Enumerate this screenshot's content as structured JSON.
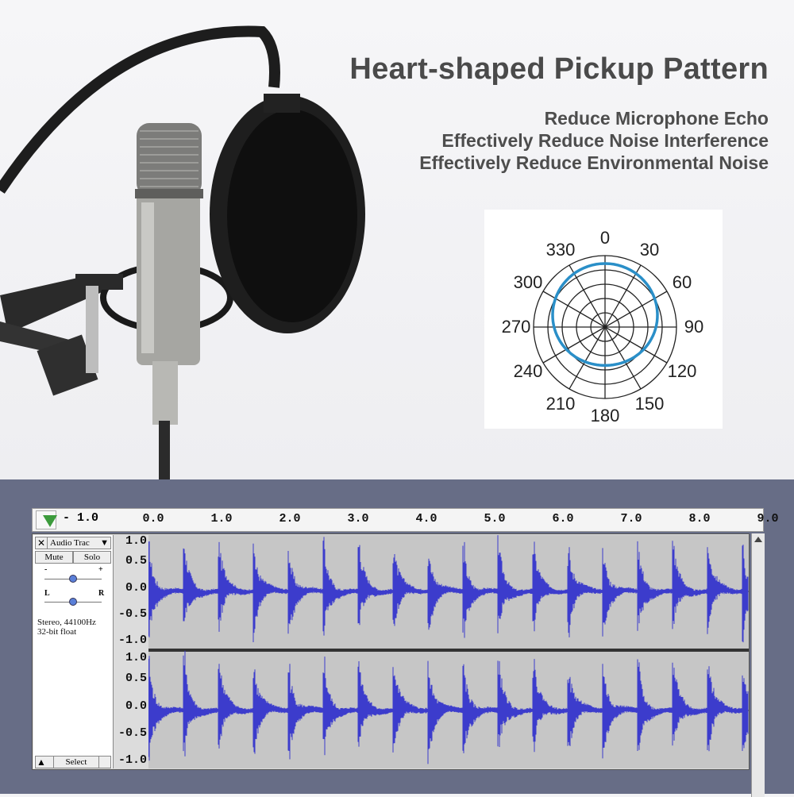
{
  "headline": "Heart-shaped Pickup Pattern",
  "features": [
    "Reduce Microphone Echo",
    "Effectively Reduce Noise Interference",
    "Effectively Reduce Environmental Noise"
  ],
  "polar": {
    "angles": [
      "0",
      "30",
      "60",
      "90",
      "120",
      "150",
      "180",
      "210",
      "240",
      "270",
      "300",
      "330"
    ],
    "pattern_color": "#2a8fc8"
  },
  "ruler": {
    "minus_label": "- 1.0",
    "ticks": [
      "0.0",
      "1.0",
      "2.0",
      "3.0",
      "4.0",
      "5.0",
      "6.0",
      "7.0",
      "8.0",
      "9.0"
    ]
  },
  "track": {
    "name": "Audio Trac",
    "mute_label": "Mute",
    "solo_label": "Solo",
    "gain_minus": "-",
    "gain_plus": "+",
    "pan_left": "L",
    "pan_right": "R",
    "info": "Stereo, 44100Hz\n32-bit float",
    "select_label": "Select",
    "channel_labels": [
      "1.0",
      "0.5",
      "0.0",
      "-0.5",
      "-1.0"
    ]
  },
  "colors": {
    "waveform": "#3c3ccc",
    "editor_bg": "#676d86",
    "track_bg": "#c6c6c6"
  }
}
